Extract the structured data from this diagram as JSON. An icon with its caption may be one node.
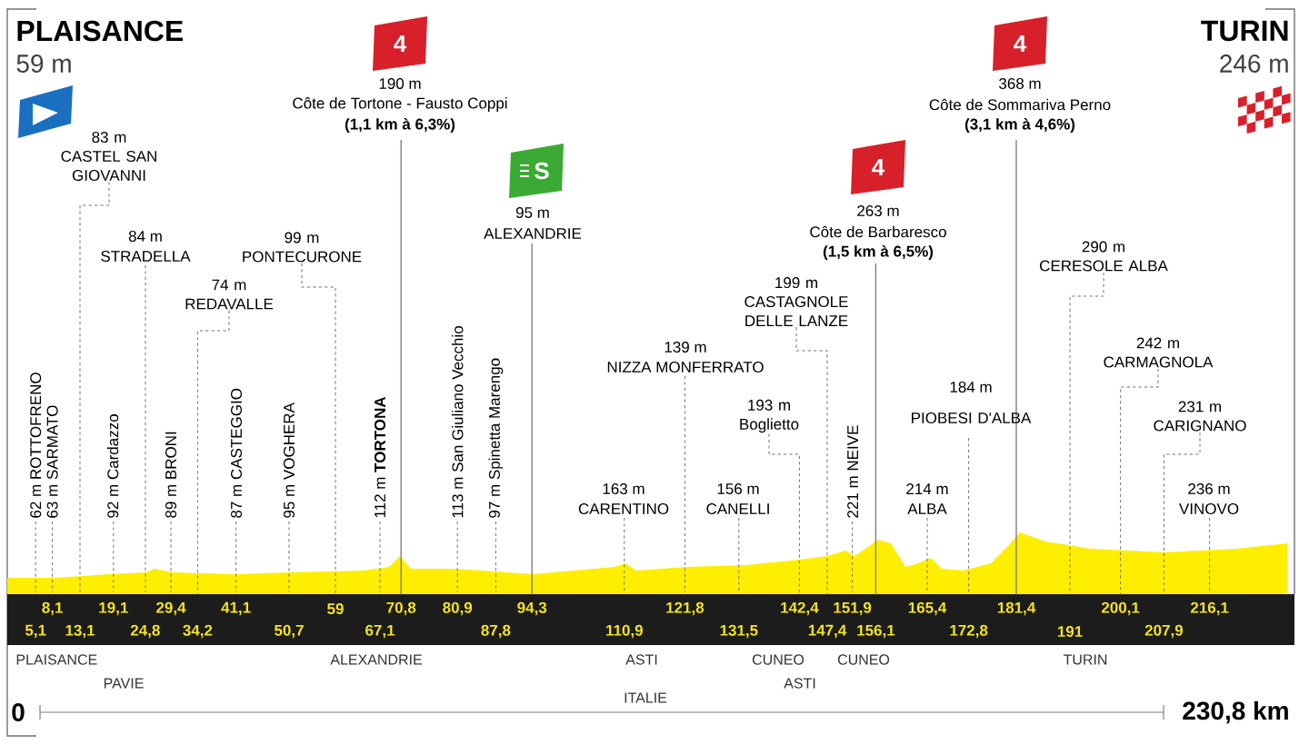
{
  "diagram": {
    "nodes": [
      {
        "text": [
          "4"
        ],
        "beside": [
          "190 m",
          "Côte de Tortone - Fausto Coppi",
          "(1,1 km à 6,3%)"
        ]
      },
      {
        "text": [
          "4"
        ],
        "beside": [
          "368 m",
          "Côte de Sommariva Perno",
          "(3,1 km à 4,6%)"
        ]
      },
      {
        "text": [
          "S"
        ],
        "beside": [
          "95 m",
          "ALEXANDRIE"
        ]
      },
      {
        "text": [
          "4"
        ],
        "beside": [
          "263 m",
          "Côte de Barbaresco",
          "(1,5 km à 6,5%)"
        ]
      },
      {
        "text": [
          "83 m",
          "CASTEL SAN GIOVANNI"
        ]
      },
      {
        "text": [
          "99 m",
          "PONTECURONE"
        ]
      },
      {
        "text": [
          "290 m",
          "CERESOLE ALBA"
        ]
      },
      {
        "text": [
          "74 m",
          "REDAVALLE"
        ]
      },
      {
        "text": [
          "199 m",
          "CASTAGNOLE DELLE LANZE"
        ]
      },
      {
        "text": [
          "242 m",
          "CARMAGNOLA"
        ]
      },
      {
        "text": [
          "193 m",
          "Boglietto"
        ]
      },
      {
        "text": [
          "231 m",
          "CARIGNANO"
        ]
      },
      {
        "text": [],
        "shape": "area"
      }
    ],
    "edges": [
      {
        "from": 0,
        "to": 12,
        "arrow": "none"
      },
      {
        "from": 1,
        "to": 12,
        "arrow": "none"
      },
      {
        "from": 2,
        "to": 12,
        "arrow": "none"
      },
      {
        "from": 3,
        "to": 12,
        "arrow": "none"
      },
      {
        "from": 4,
        "to": 12,
        "arrow": "none",
        "style": "dashed"
      },
      {
        "from": 5,
        "to": 12,
        "arrow": "none",
        "style": "dashed"
      },
      {
        "from": 6,
        "to": 12,
        "arrow": "none",
        "style": "dashed"
      },
      {
        "from": 7,
        "to": 12,
        "arrow": "none",
        "style": "dashed"
      },
      {
        "from": 8,
        "to": 12,
        "arrow": "none",
        "style": "dashed"
      },
      {
        "from": 9,
        "to": 12,
        "arrow": "none",
        "style": "dashed"
      },
      {
        "from": 10,
        "to": 12,
        "arrow": "none",
        "style": "dashed"
      },
      {
        "from": 11,
        "to": 12,
        "arrow": "none",
        "style": "dashed"
      }
    ],
    "labels": [
      "PLAISANCE",
      "59 m",
      "TURIN",
      "246 m",
      "84 m",
      "STRADELLA",
      "139 m",
      "NIZZA MONFERRATO",
      "184 m",
      "PIOBESI D'ALBA",
      "62 m ROTTOFRENO",
      "63 m SARMATO",
      "92 m Cardazzo",
      "89 m BRONI",
      "87 m CASTEGGIO",
      "95 m VOGHERA",
      "112 m **TORTONA**",
      "113 m San Giuliano Vecchio",
      "97 m Spinetta Marengo",
      "221 m NEIVE",
      "163 m",
      "CARENTINO",
      "156 m",
      "CANELLI",
      "214 m",
      "ALBA",
      "236 m",
      "VINOVO",
      "8,1",
      "19,1",
      "29,4",
      "41,1",
      "59",
      "70,8",
      "80,9",
      "94,3",
      "121,8",
      "142,4",
      "151,9",
      "165,4",
      "181,4",
      "200,1",
      "216,1",
      "5,1",
      "13,1",
      "24,8",
      "34,2",
      "50,7",
      "67,1",
      "87,8",
      "110,9",
      "131,5",
      "147,4",
      "156,1",
      "172,8",
      "191",
      "207,9",
      "PLAISANCE",
      "ALEXANDRIE",
      "ASTI",
      "CUNEO",
      "CUNEO",
      "TURIN",
      "PAVIE",
      "ASTI",
      "ITALIE",
      "0",
      "230,8 km"
    ]
  }
}
